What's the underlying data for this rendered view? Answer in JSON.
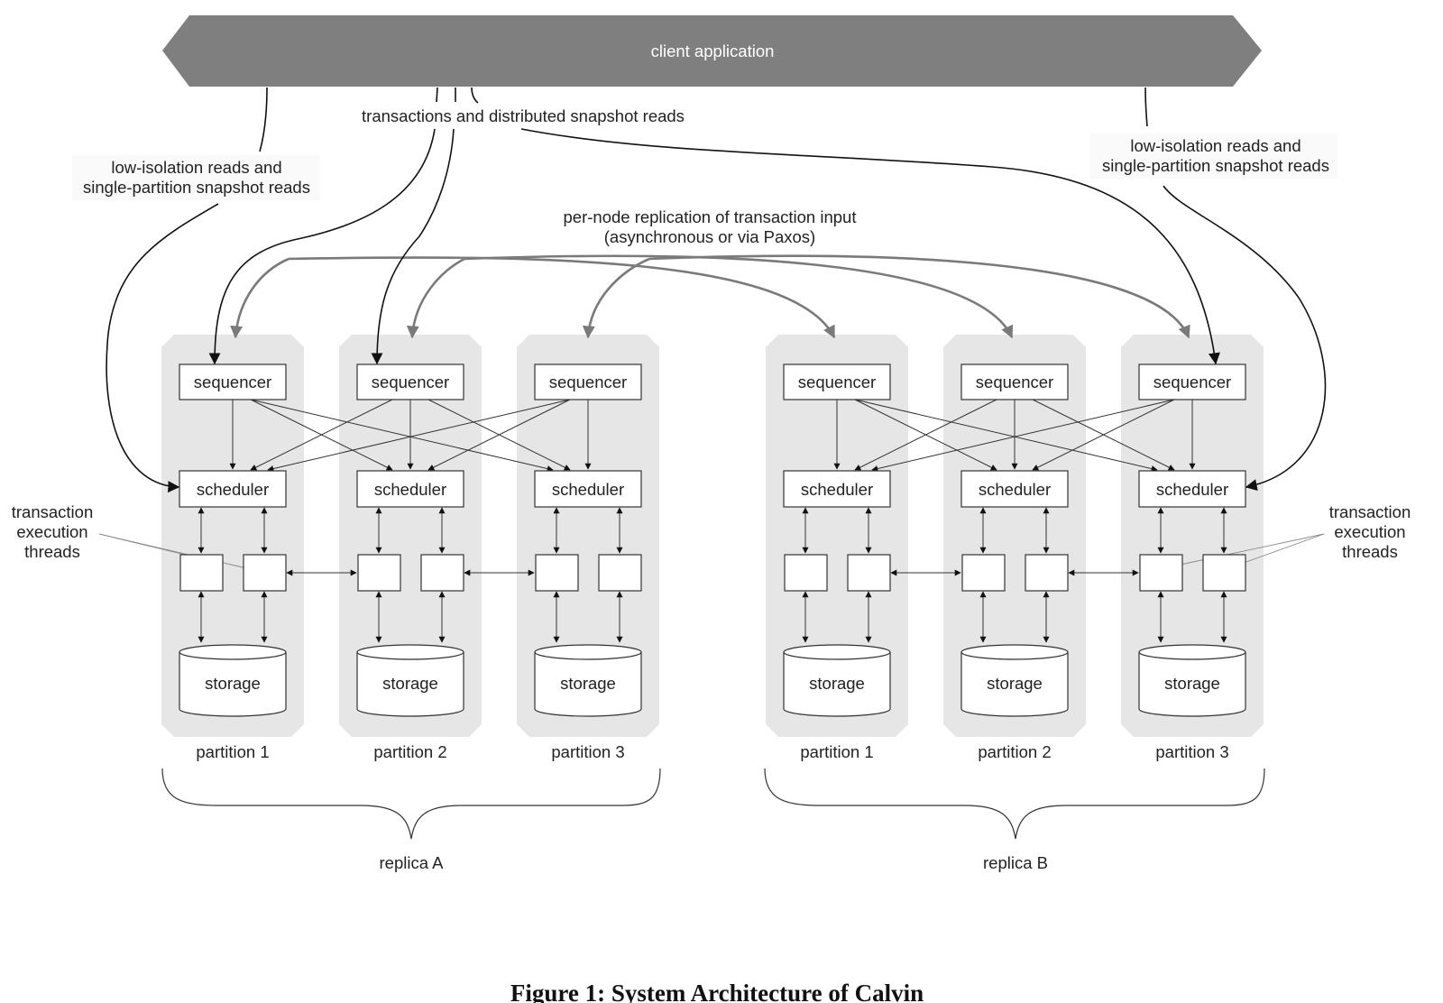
{
  "client": {
    "label": "client application"
  },
  "labels": {
    "transactions": "transactions and distributed snapshot reads",
    "low_iso_line1": "low-isolation reads and",
    "low_iso_line2": "single-partition snapshot reads",
    "replication_line1": "per-node replication of transaction input",
    "replication_line2": "(asynchronous or via Paxos)",
    "threads_line1": "transaction",
    "threads_line2": "execution",
    "threads_line3": "threads"
  },
  "node": {
    "sequencer": "sequencer",
    "scheduler": "scheduler",
    "storage": "storage"
  },
  "replicas": [
    {
      "name": "replica A",
      "partitions": [
        "partition 1",
        "partition 2",
        "partition 3"
      ]
    },
    {
      "name": "replica B",
      "partitions": [
        "partition 1",
        "partition 2",
        "partition 3"
      ]
    }
  ],
  "caption": "Figure 1: System Architecture of Calvin",
  "colors": {
    "client_bar": "#7f7f7f",
    "partition_panel": "#e6e6e6",
    "replication_arrow": "#7a7a7a"
  }
}
